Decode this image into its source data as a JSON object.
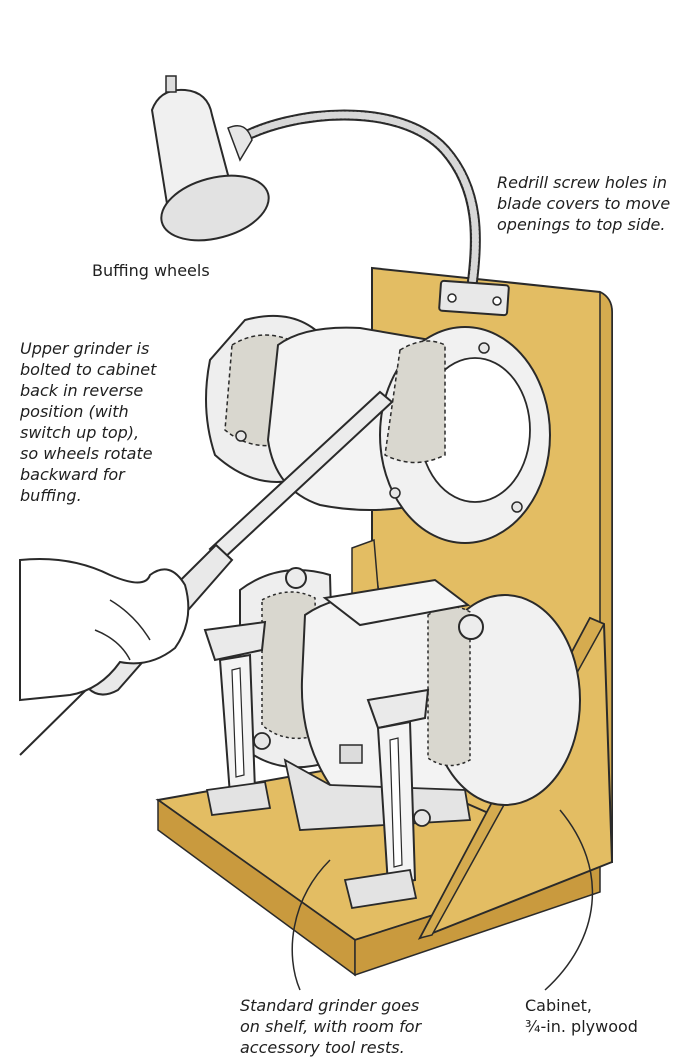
{
  "colors": {
    "plywood": "#e3bd63",
    "plywood_dark": "#c99a3e",
    "plywood_edge": "#d5ab4f",
    "metal": "#eeeeee",
    "metal_shadow": "#cfcfcf",
    "stone": "#d9d7cf",
    "ink": "#2a2a2a",
    "background": "#ffffff"
  },
  "icons": {
    "lamp": "gooseneck-lamp-icon",
    "hand": "hand-icon",
    "chisel": "chisel-icon"
  },
  "callouts": {
    "buffing_wheels": {
      "lines": [
        "Buffing wheels"
      ]
    },
    "redrill": {
      "lines": [
        "Redrill screw holes in",
        "blade covers to move",
        "openings to top side."
      ]
    },
    "upper_grinder": {
      "lines": [
        "Upper grinder is",
        "bolted to cabinet",
        "back in reverse",
        "position (with",
        "switch up top),",
        "so wheels rotate",
        "backward for",
        "buffing."
      ]
    },
    "standard_grinder": {
      "lines": [
        "Standard grinder goes",
        "on shelf, with room for",
        "accessory tool rests."
      ]
    },
    "cabinet": {
      "lines": [
        "Cabinet,",
        "¾-in. plywood"
      ]
    }
  }
}
